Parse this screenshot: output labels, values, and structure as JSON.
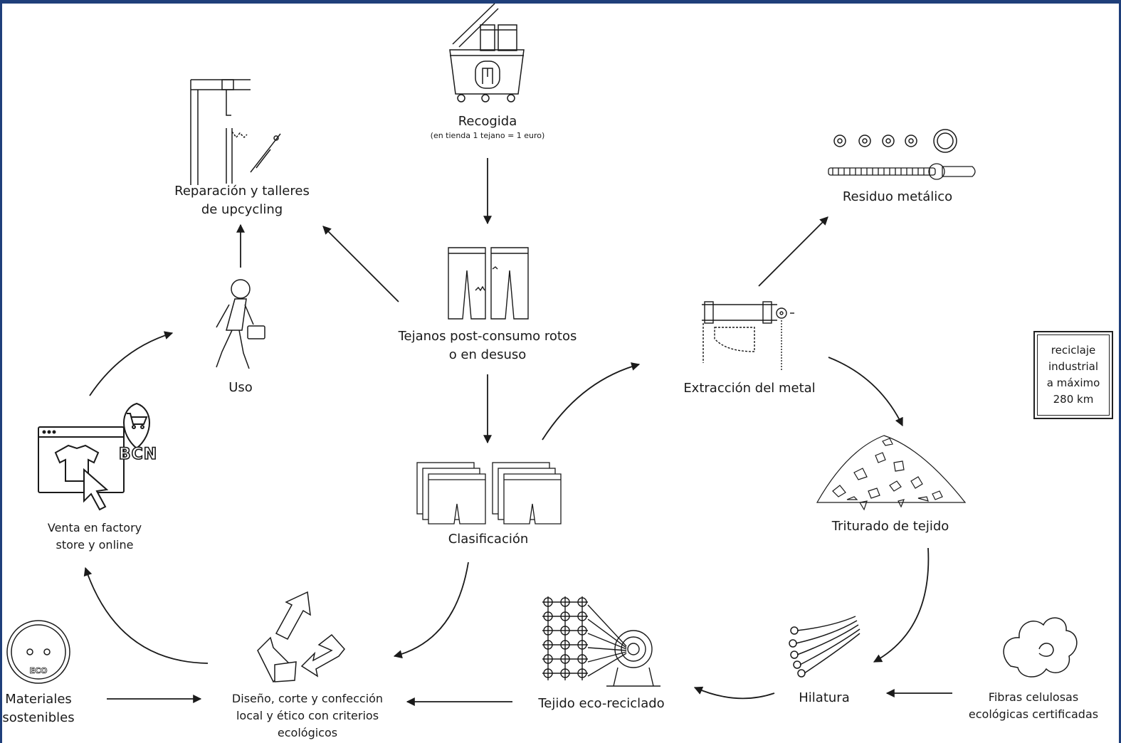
{
  "nodes": {
    "recogida": {
      "title": "Recogida",
      "subtitle": "(en tienda 1 tejano = 1 euro)"
    },
    "tejanos": {
      "line1": "Tejanos post-consumo rotos",
      "line2": "o en desuso"
    },
    "clasificacion": {
      "label": "Clasificación"
    },
    "reparacion": {
      "line1": "Reparación y talleres",
      "line2": "de upcycling"
    },
    "uso": {
      "label": "Uso"
    },
    "venta": {
      "line1": "Venta en factory",
      "line2": "store y online",
      "badge": "BCN"
    },
    "diseno": {
      "line1": "Diseño, corte y confección",
      "line2": "local y ético con criterios",
      "line3": "ecológicos"
    },
    "materiales": {
      "line1": "Materiales",
      "line2": "sostenibles",
      "button_text": "ECO"
    },
    "extraccion": {
      "label": "Extracción del metal"
    },
    "residuo": {
      "label": "Residuo metálico"
    },
    "triturado": {
      "label": "Triturado de tejido"
    },
    "hilatura": {
      "label": "Hilatura"
    },
    "tejido": {
      "label": "Tejido eco-reciclado"
    },
    "fibras": {
      "line1": "Fibras celulosas",
      "line2": "ecológicas certificadas"
    }
  },
  "note": {
    "line1": "reciclaje",
    "line2": "industrial",
    "line3": "a máximo",
    "line4": "280 km"
  },
  "colors": {
    "frame": "#1f3f7a",
    "ink": "#1a1a1a",
    "background": "#ffffff"
  }
}
